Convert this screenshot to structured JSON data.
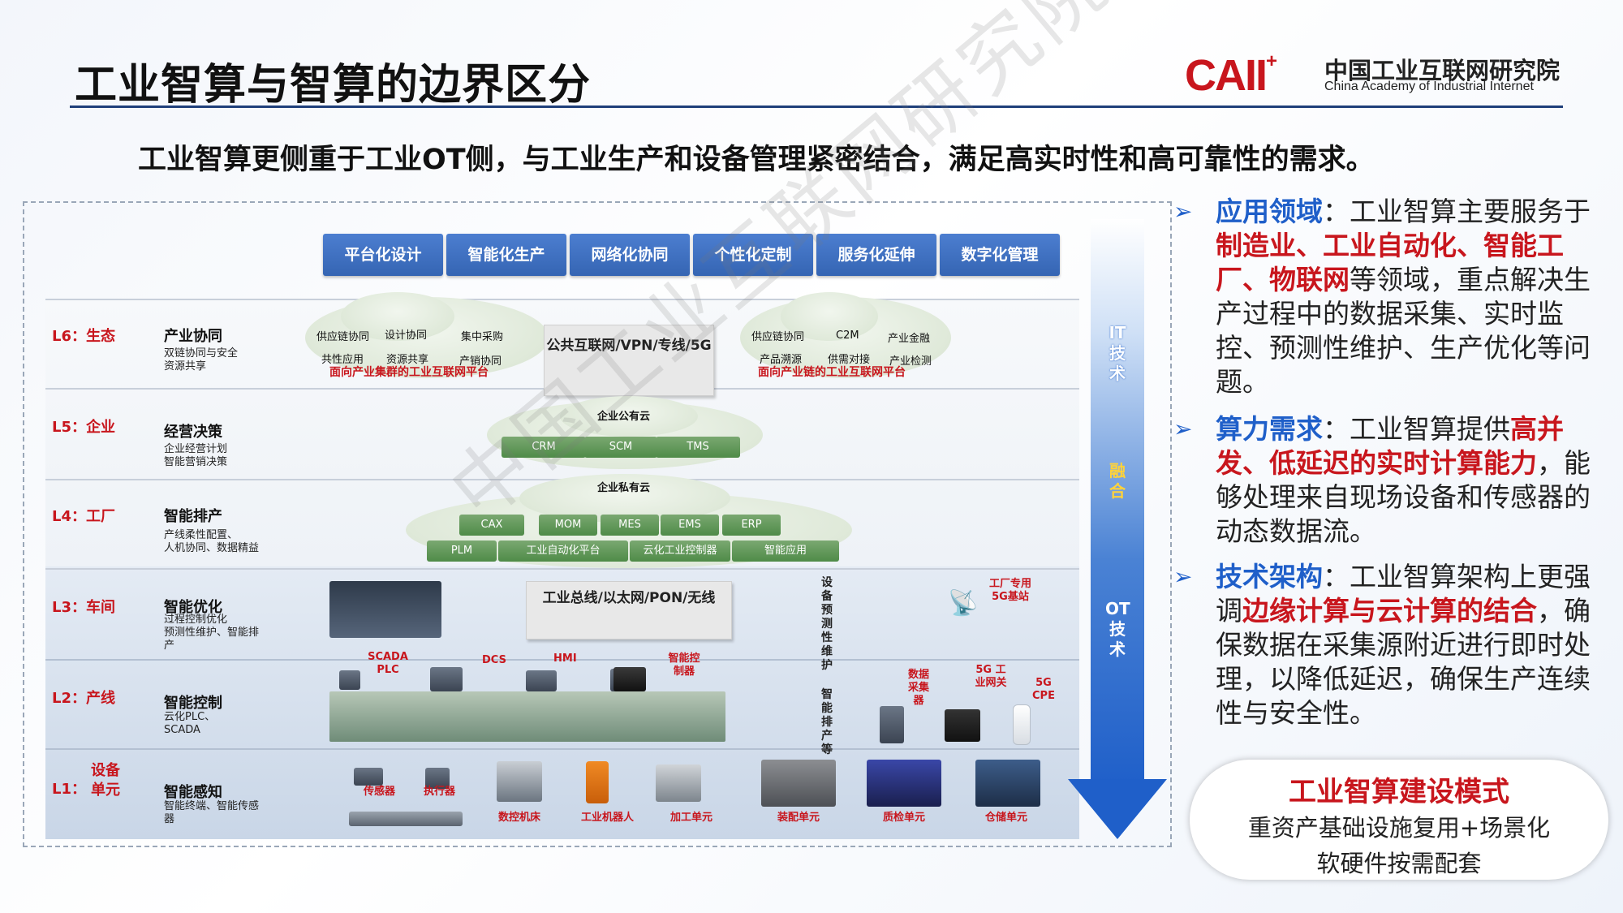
{
  "header": {
    "title": "工业智算与智算的边界区分",
    "subtitle": "工业智算更侧重于工业OT侧，与工业生产和设备管理紧密结合，满足高实时性和高可靠性的需求。"
  },
  "logo": {
    "mark": "CAII",
    "plus": "+",
    "cn_name": "中国工业互联网研究院",
    "en_name": "China Academy of Industrial Internet"
  },
  "apps": [
    "平台化设计",
    "智能化生产",
    "网络化协同",
    "个性化定制",
    "服务化延伸",
    "数字化管理"
  ],
  "layers": {
    "l6": {
      "level": "L6：生态",
      "name": "产业协同",
      "desc": [
        "双链协同与安全",
        "资源共享"
      ],
      "cloud_left": [
        "供应链协同",
        "设计协同",
        "集中采购",
        "共性应用",
        "资源共享",
        "产销协同"
      ],
      "cloud_left_caption": "面向产业集群的工业互联网平台",
      "network": "公共互联网/VPN/专线/5G",
      "cloud_right": [
        "供应链协同",
        "C2M",
        "产业金融",
        "产品溯源",
        "供需对接",
        "产业检测"
      ],
      "cloud_right_caption": "面向产业链的工业互联网平台"
    },
    "l5": {
      "level": "L5：企业",
      "name": "经营决策",
      "desc": [
        "企业经营计划",
        "智能营销决策"
      ],
      "cloud_title": "企业公有云",
      "systems": [
        "CRM",
        "SCM",
        "TMS"
      ]
    },
    "l4": {
      "level": "L4：工厂",
      "name": "智能排产",
      "desc": [
        "产线柔性配置、",
        "人机协同、数据精益"
      ],
      "cloud_title": "企业私有云",
      "row1": [
        "CAX",
        "MOM",
        "MES",
        "EMS",
        "ERP"
      ],
      "row2": [
        "PLM",
        "工业自动化平台",
        "云化工业控制器",
        "智能应用"
      ]
    },
    "l3": {
      "level": "L3：车间",
      "name": "智能优化",
      "desc": [
        "过程控制优化",
        "预测性维护、智能排",
        "产"
      ],
      "network": "工业总线/以太网/PON/无线",
      "base_station": "工厂专用5G基站",
      "vertical_1": "设备预测性维护",
      "vertical_2": "智能排产等"
    },
    "l2": {
      "level": "L2：产线",
      "name": "智能控制",
      "desc": [
        "云化PLC、",
        "SCADA"
      ],
      "devices": [
        "SCADA PLC",
        "DCS",
        "HMI",
        "智能控制器"
      ],
      "edge": [
        "数据采集器",
        "5G 工业网关",
        "5G CPE"
      ]
    },
    "l1": {
      "level_prefix": "L1：",
      "level_name": "设备单元",
      "name": "智能感知",
      "desc": [
        "智能终端、智能传感",
        "器"
      ],
      "units": [
        "传感器",
        "执行器",
        "数控机床",
        "工业机器人",
        "加工单元",
        "装配单元",
        "质检单元",
        "仓储单元"
      ]
    }
  },
  "arrow": {
    "it": "IT技术",
    "merge": "融合",
    "ot": "OT技术"
  },
  "bullets": {
    "b1": {
      "head": "应用领域",
      "sep": "：",
      "t1": "工业智算主要服务于",
      "hl1": "制造业、工业自动化、智能工厂、物联网",
      "t2": "等领域，重点解决生产过程中的数据采集、实时监控、预测性维护、生产优化等问题。"
    },
    "b2": {
      "head": "算力需求",
      "sep": "：",
      "t1": "工业智算提供",
      "hl1": "高并发、低延迟的实时计算能力",
      "t2": "，能够处理来自现场设备和传感器的动态数据流。"
    },
    "b3": {
      "head": "技术架构",
      "sep": "：",
      "t1": "工业智算架构上更强调",
      "hl1": "边缘计算与云计算的结合",
      "t2": "，确保数据在采集源附近进行即时处理，以降低延迟，确保生产连续性与安全性。"
    }
  },
  "mode_box": {
    "title": "工业智算建设模式",
    "line1": "重资产基础设施复用+场景化",
    "line2": "软硬件按需配套"
  },
  "watermark": "中国工业互联网研究院",
  "colors": {
    "accent_blue": "#1f5fc9",
    "brand_red": "#c8161d",
    "cloud_green": "#4f8b48"
  }
}
